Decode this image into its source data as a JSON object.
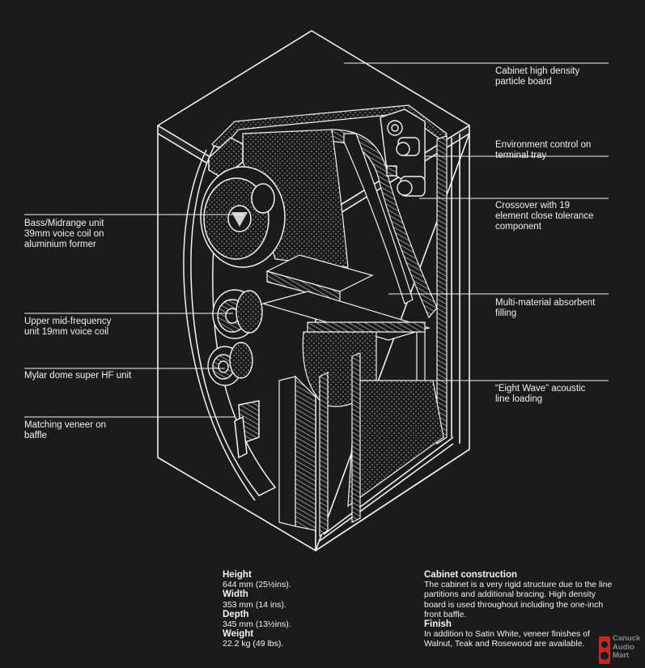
{
  "labels": {
    "cabinet_board": "Cabinet high density\nparticle board",
    "environment_control": "Environment control on\nterminal tray",
    "crossover": "Crossover with 19\nelement close tolerance\ncomponent",
    "absorbent": "Multi-material absorbent\nfilling",
    "eight_wave": "“Eight Wave” acoustic\nline loading",
    "bass_mid": "Bass/Midrange unit\n39mm voice coil on\naluminium former",
    "upper_mid": "Upper mid-frequency\nunit 19mm voice coil",
    "mylar": "Mylar dome super HF unit",
    "veneer": "Matching veneer on\nbaffle"
  },
  "specs": {
    "height_label": "Height",
    "height_value": "644 mm (25½ins).",
    "width_label": "Width",
    "width_value": "353 mm (14 ins).",
    "depth_label": "Depth",
    "depth_value": "345 mm (13½ins).",
    "weight_label": "Weight",
    "weight_value": "22.2 kg (49 lbs)."
  },
  "construction": {
    "heading": "Cabinet construction",
    "text": "The cabinet is a very rigid structure due to the line partitions and additional bracing. High density board is used throughout including the one-inch front baffle.",
    "finish_heading": "Finish",
    "finish_text": "In addition to Satin White, veneer finishes of Walnut, Teak and Rosewood are available."
  },
  "watermark": {
    "text": "Canuck\nAudio\nMart"
  },
  "colors": {
    "background": "#1b1b1b",
    "line": "#f2f2f2",
    "shade": "#9a9a9a"
  }
}
